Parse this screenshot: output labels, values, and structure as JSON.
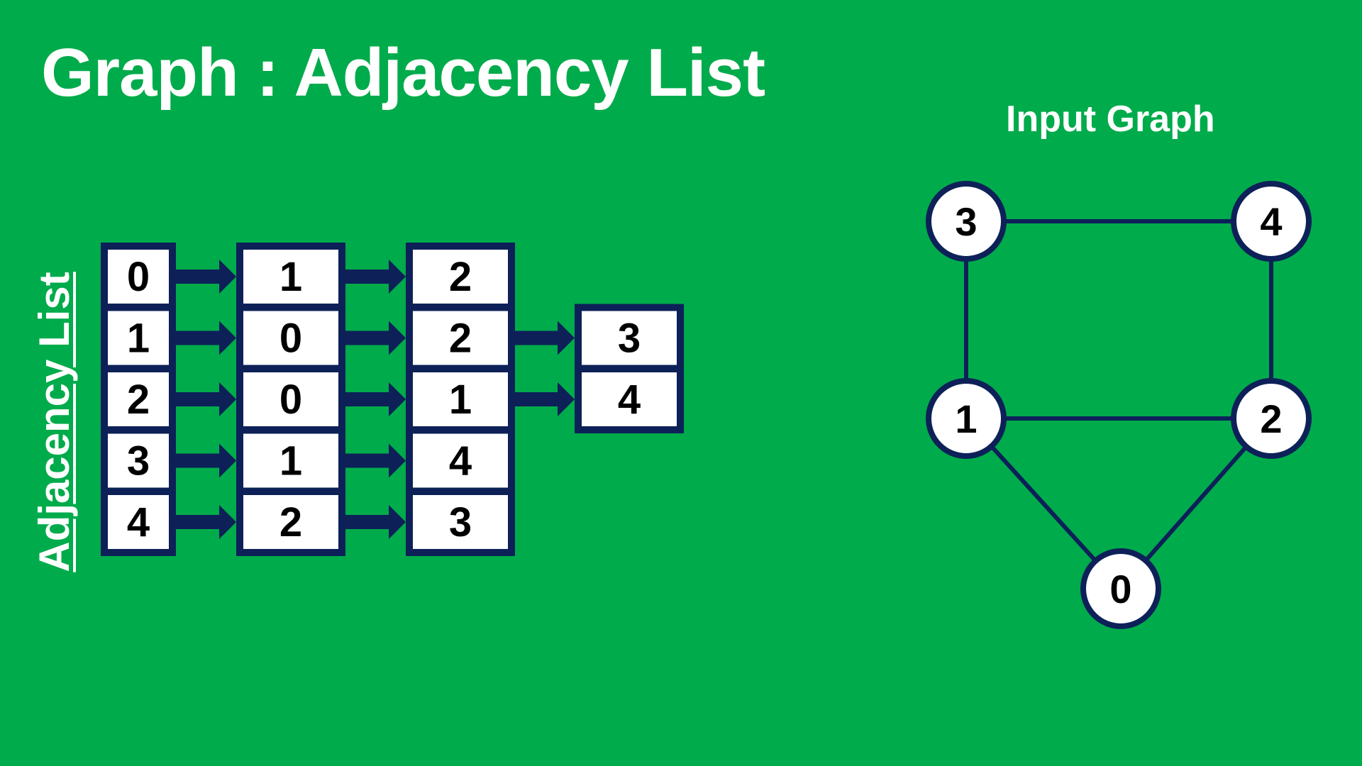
{
  "title": "Graph : Adjacency List",
  "list_label": "Adjacency List",
  "graph_label": "Input Graph",
  "colors": {
    "background": "#00ab4b",
    "box_border": "#0d2058",
    "node_border": "#0d2058",
    "text_dark": "#000000",
    "text_light": "#ffffff"
  },
  "adjacency_list": [
    {
      "vertex": "0",
      "neighbors": [
        "1",
        "2"
      ]
    },
    {
      "vertex": "1",
      "neighbors": [
        "0",
        "2",
        "3"
      ]
    },
    {
      "vertex": "2",
      "neighbors": [
        "0",
        "1",
        "4"
      ]
    },
    {
      "vertex": "3",
      "neighbors": [
        "1",
        "4"
      ]
    },
    {
      "vertex": "4",
      "neighbors": [
        "2",
        "3"
      ]
    }
  ],
  "graph": {
    "nodes": [
      "3",
      "4",
      "1",
      "2",
      "0"
    ],
    "edges": [
      [
        "3",
        "4"
      ],
      [
        "3",
        "1"
      ],
      [
        "4",
        "2"
      ],
      [
        "1",
        "2"
      ],
      [
        "1",
        "0"
      ],
      [
        "2",
        "0"
      ]
    ]
  }
}
